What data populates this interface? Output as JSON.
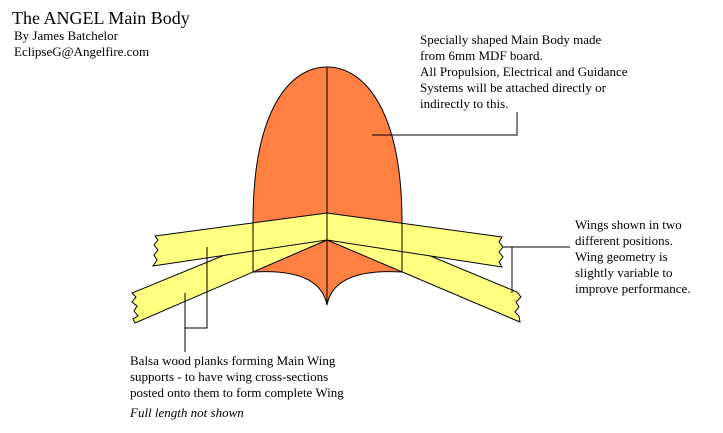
{
  "header": {
    "title": "The ANGEL Main Body",
    "author": "By James Batchelor",
    "email": "EclipseG@Angelfire.com"
  },
  "annotations": {
    "body_note": [
      "Specially shaped Main Body made",
      "from 6mm MDF board.",
      "All Propulsion, Electrical and Guidance",
      "Systems will be attached directly or",
      "indirectly to this."
    ],
    "wings_note": [
      "Wings shown in two",
      "different positions.",
      "Wing geometry is",
      "slightly variable to",
      "improve performance."
    ],
    "planks_note": [
      "Balsa wood planks forming Main Wing",
      "supports - to have wing cross-sections",
      "posted onto them to form complete Wing"
    ],
    "planks_footnote": "Full length not shown"
  },
  "colors": {
    "body": "#FF8040",
    "plank": "#FFFF80",
    "outline": "#000000"
  }
}
